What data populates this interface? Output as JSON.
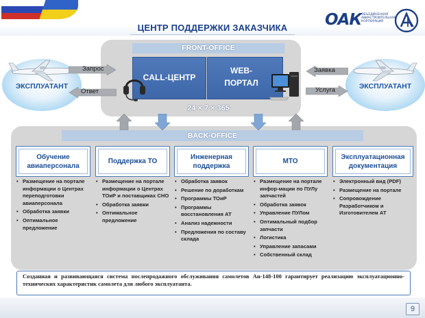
{
  "header": {
    "title": "ЦЕНТР ПОДДЕРЖКИ ЗАКАЗЧИКА",
    "logo_oak": "ОАК",
    "logo_oak_sub": "ОБЪЕДИНЕННАЯ АВИАСТРОИТЕЛЬНАЯ КОРПОРАЦИЯ"
  },
  "front_office": {
    "label": "FRONT-OFFICE",
    "call_center": "CALL-ЦЕНТР",
    "web_portal": "WEB-ПОРТАЛ",
    "hours": "24 × 7 × 365"
  },
  "operator_left": {
    "label": "ЭКСПЛУАТАНТ",
    "request": "Запрос",
    "response": "Ответ"
  },
  "operator_right": {
    "label": "ЭКСПЛУАТАНТ",
    "order": "Заявка",
    "service": "Услуга"
  },
  "back_office": {
    "label": "BACK-OFFICE",
    "columns": [
      {
        "title": "Обучение авиаперсонала",
        "items": [
          "Размещение на портале информации о Центрах переподготовки авиаперсонала",
          "Обработка заявки",
          "Оптимальное предложение"
        ]
      },
      {
        "title": "Поддержка ТО",
        "items": [
          "Размещение на портале информации о Центрах ТОиР и поставщиках СНО",
          "Обработка заявки",
          "Оптимальное предложение"
        ]
      },
      {
        "title": "Инженерная поддержка",
        "items": [
          "Обработка заявок",
          "Решение по доработкам",
          "Программы ТОиР",
          "Программы восстановления АТ",
          "Анализ надежности",
          "Предложения по составу склада"
        ]
      },
      {
        "title": "МТО",
        "items": [
          "Размещение на портале инфор-мации по ПУЛу запчастей",
          "Обработка заявок",
          "Управление ПУЛом",
          "Оптимальный подбор запчасти",
          "Логистика",
          "Управление запасами",
          "Собственный склад"
        ]
      },
      {
        "title": "Эксплуатационная документация",
        "items": [
          "Электронный вид (PDF)",
          "Размещение на портале",
          "Сопровождение Разработчиком и Изготовителем АТ"
        ]
      }
    ]
  },
  "statement": "Созданная и развивающаяся система послепродажного обслуживания самолетов Ан-148-100 гарантирует реализацию эксплуатационно-технических характеристик самолета для любого эксплуатанта.",
  "page_number": "9",
  "colors": {
    "accent": "#3d67a9",
    "panel": "#d6d6d6",
    "label_band": "#b8cce4",
    "title": "#1a3f8c",
    "operator_text": "#1d55a8"
  }
}
